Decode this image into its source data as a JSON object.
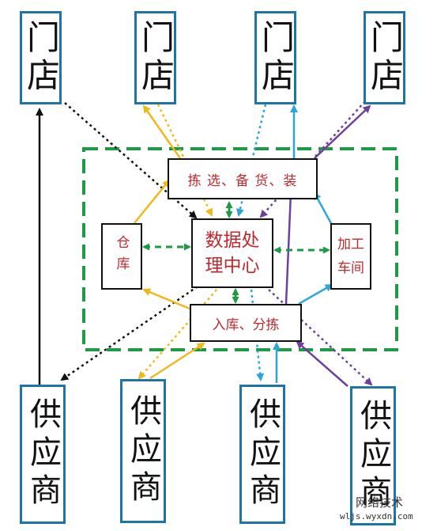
{
  "stores": [
    {
      "label": "门店"
    },
    {
      "label": "门店"
    },
    {
      "label": "门店"
    },
    {
      "label": "门店"
    }
  ],
  "suppliers": [
    {
      "label": "供应商"
    },
    {
      "label": "供应商"
    },
    {
      "label": "供应商"
    },
    {
      "label": "供应商"
    }
  ],
  "nodes": {
    "picking": "拣 选、备 货、装",
    "warehouse": "仓库",
    "data_center": "数据处理中心",
    "processing": "加工车间",
    "receiving": "入库、分拣"
  },
  "watermark": {
    "line1": "网络技术",
    "line2": "wljs.wyxdn.com"
  },
  "colors": {
    "black": "#111111",
    "yellow": "#f0b81a",
    "blue": "#2aa6dc",
    "purple": "#6d3fa0",
    "green": "#1c9a45",
    "box_border": "#1e73a8",
    "inner_text": "#c0282d"
  }
}
